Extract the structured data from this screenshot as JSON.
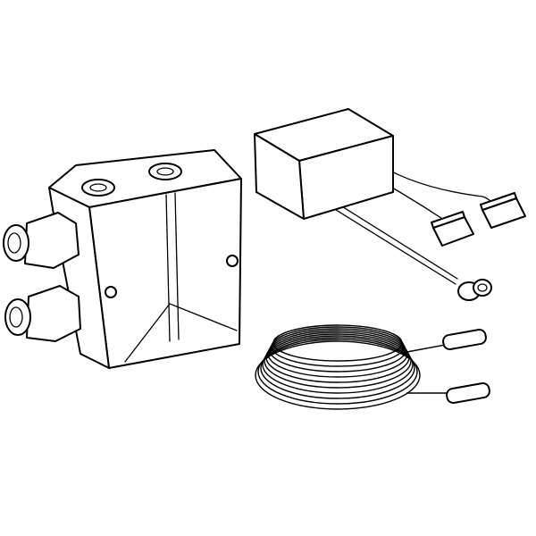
{
  "illustration": {
    "components": [
      "junction-box",
      "power-supply-unit",
      "cable-coil"
    ],
    "colors": {
      "stroke": "#000000",
      "background": "#ffffff"
    }
  }
}
